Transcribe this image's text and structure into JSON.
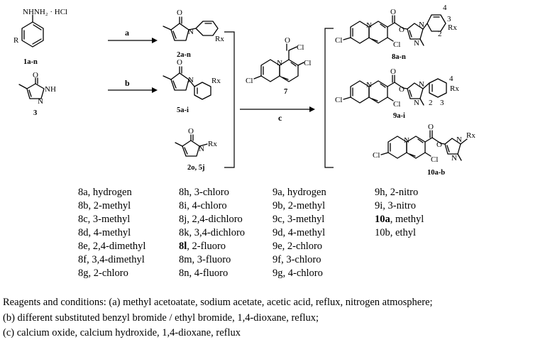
{
  "scheme": {
    "reagent_a": "a",
    "reagent_b": "b",
    "reagent_c": "c",
    "compound_ids": {
      "c1": "1a-n",
      "c2an": "2a-n",
      "c3": "3",
      "c5": "5a-i",
      "c2o5j": "2o, 5j",
      "c7": "7",
      "c8": "8a-n",
      "c9": "9a-i",
      "c10": "10a-b"
    },
    "atom_labels": {
      "hcl": "NHNH₂ · HCl",
      "r": "R",
      "o": "O",
      "n": "N",
      "nh": "NH",
      "cl": "Cl",
      "rx": "Rx",
      "n2": "2",
      "n3": "3",
      "n4": "4"
    }
  },
  "substituents": {
    "col1": [
      "8a, hydrogen",
      "8b, 2-methyl",
      "8c, 3-methyl",
      "8d, 4-methyl",
      "8e, 2,4-dimethyl",
      "8f, 3,4-dimethyl",
      "8g, 2-chloro"
    ],
    "col2": [
      {
        "id": "8h",
        "text": ", 3-chloro"
      },
      {
        "id": "8i",
        "text": ", 4-chloro"
      },
      {
        "id": "8j",
        "text": ", 2,4-dichloro"
      },
      {
        "id": "8k",
        "text": ", 3,4-dichloro"
      },
      {
        "id": "8l",
        "text": ", 2-fluoro"
      },
      {
        "id": "8m",
        "text": ", 3-fluoro"
      },
      {
        "id": "8n",
        "text": ", 4-fluoro"
      }
    ],
    "col3": [
      "9a, hydrogen",
      "9b, 2-methyl",
      "9c, 3-methyl",
      "9d, 4-methyl",
      "9e, 2-chloro",
      "9f, 3-chloro",
      "9g, 4-chloro"
    ],
    "col4": [
      {
        "id": "9h",
        "text": ", 2-nitro"
      },
      {
        "id": "9i",
        "text": ", 3-nitro"
      },
      {
        "id": "10a",
        "text": ", methyl"
      },
      {
        "id": "10b",
        "text": ", ethyl"
      }
    ]
  },
  "conditions": [
    "Reagents and conditions: (a) methyl acetoatate, sodium acetate, acetic acid, reflux, nitrogen atmosphere;",
    "(b) different substituted benzyl bromide / ethyl bromide, 1,4-dioxane, reflux;",
    "(c) calcium oxide, calcium hydroxide, 1,4-dioxane, reflux"
  ]
}
